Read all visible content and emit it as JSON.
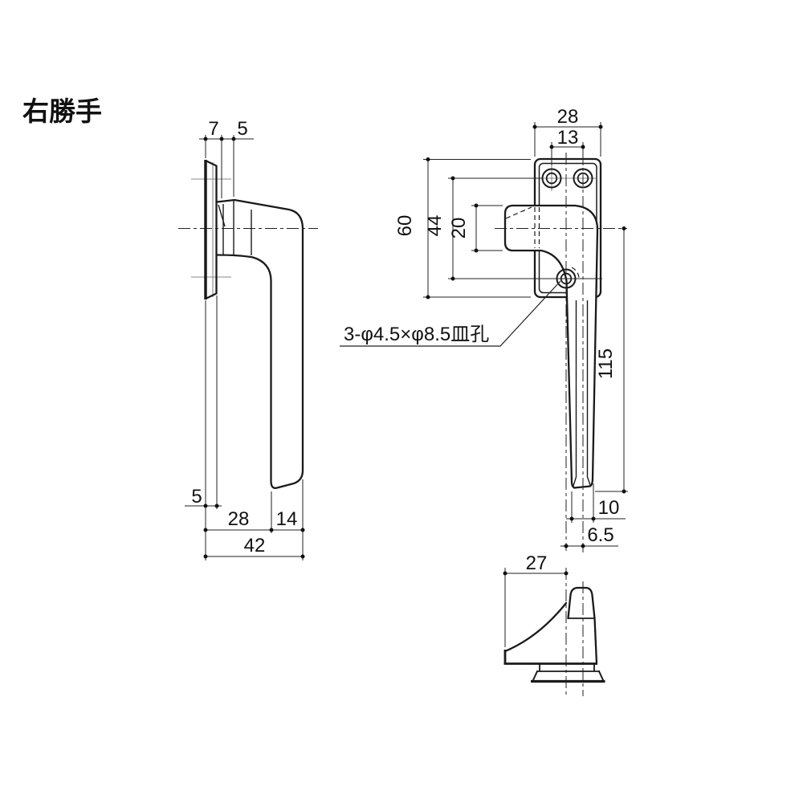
{
  "title": "右勝手",
  "colors": {
    "background": "#ffffff",
    "line": "#1a1a1a"
  },
  "note": {
    "hole_spec": "3-φ4.5×φ8.5皿孔"
  },
  "side_view": {
    "dims": {
      "plate_offset_7": "7",
      "neck_offset_5": "5",
      "plate_thickness_5": "5",
      "body_depth_28": "28",
      "lever_depth_14": "14",
      "total_depth_42": "42"
    }
  },
  "front_view": {
    "dims": {
      "plate_width_28": "28",
      "hole_pitch_13": "13",
      "plate_height_60": "60",
      "hole_span_44": "44",
      "grip_height_20": "20",
      "lever_length_115": "115",
      "tip_width_10": "10",
      "center_offset_6_5": "6.5"
    }
  },
  "bottom_view": {
    "dims": {
      "grip_depth_27": "27"
    }
  }
}
